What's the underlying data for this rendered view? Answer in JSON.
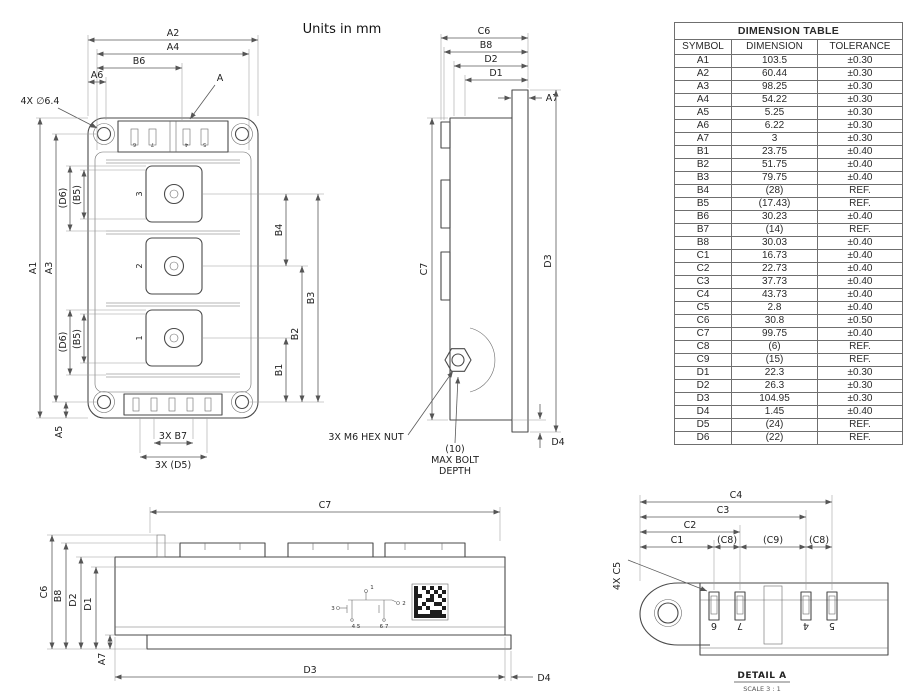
{
  "page": {
    "units_note": "Units in mm"
  },
  "labels": {
    "a": "A",
    "a1": "A1",
    "a2": "A2",
    "a3": "A3",
    "a4": "A4",
    "a5": "A5",
    "a6": "A6",
    "a7": "A7",
    "b1": "B1",
    "b2": "B2",
    "b3": "B3",
    "b4": "B4",
    "b6": "B6",
    "b8": "B8",
    "b5_ref": "(B5)",
    "d6_ref": "(D6)",
    "b7_3x": "3X B7",
    "d5_3x": "3X (D5)",
    "c1": "C1",
    "c2": "C2",
    "c3": "C3",
    "c4": "C4",
    "c6": "C6",
    "c7": "C7",
    "c5_4x": "4X C5",
    "c8_ref": "(C8)",
    "c9_ref": "(C9)",
    "d1": "D1",
    "d2": "D2",
    "d3": "D3",
    "d4": "D4",
    "mount_hole_callout": "4X ∅6.4",
    "hex_nut_callout": "3X M6 HEX NUT",
    "bolt_depth_1": "(10)",
    "bolt_depth_2": "MAX BOLT",
    "bolt_depth_3": "DEPTH",
    "detail_title": "DETAIL A",
    "detail_scale": "SCALE 3 : 1"
  },
  "terminals": {
    "pad1": "1",
    "pad2": "2",
    "pad3": "3",
    "pin4": "4",
    "pin5": "5",
    "pin6": "6",
    "pin7": "7"
  },
  "schematic": {
    "p1": "1",
    "p2": "2",
    "p3": "3",
    "p45": "4 5",
    "p67": "6 7"
  },
  "dimension_table": {
    "title": "DIMENSION TABLE",
    "columns": [
      "SYMBOL",
      "DIMENSION",
      "TOLERANCE"
    ],
    "rows": [
      [
        "A1",
        "103.5",
        "±0.30"
      ],
      [
        "A2",
        "60.44",
        "±0.30"
      ],
      [
        "A3",
        "98.25",
        "±0.30"
      ],
      [
        "A4",
        "54.22",
        "±0.30"
      ],
      [
        "A5",
        "5.25",
        "±0.30"
      ],
      [
        "A6",
        "6.22",
        "±0.30"
      ],
      [
        "A7",
        "3",
        "±0.30"
      ],
      [
        "B1",
        "23.75",
        "±0.40"
      ],
      [
        "B2",
        "51.75",
        "±0.40"
      ],
      [
        "B3",
        "79.75",
        "±0.40"
      ],
      [
        "B4",
        "(28)",
        "REF."
      ],
      [
        "B5",
        "(17.43)",
        "REF."
      ],
      [
        "B6",
        "30.23",
        "±0.40"
      ],
      [
        "B7",
        "(14)",
        "REF."
      ],
      [
        "B8",
        "30.03",
        "±0.40"
      ],
      [
        "C1",
        "16.73",
        "±0.40"
      ],
      [
        "C2",
        "22.73",
        "±0.40"
      ],
      [
        "C3",
        "37.73",
        "±0.40"
      ],
      [
        "C4",
        "43.73",
        "±0.40"
      ],
      [
        "C5",
        "2.8",
        "±0.40"
      ],
      [
        "C6",
        "30.8",
        "±0.50"
      ],
      [
        "C7",
        "99.75",
        "±0.40"
      ],
      [
        "C8",
        "(6)",
        "REF."
      ],
      [
        "C9",
        "(15)",
        "REF."
      ],
      [
        "D1",
        "22.3",
        "±0.30"
      ],
      [
        "D2",
        "26.3",
        "±0.30"
      ],
      [
        "D3",
        "104.95",
        "±0.30"
      ],
      [
        "D4",
        "1.45",
        "±0.40"
      ],
      [
        "D5",
        "(24)",
        "REF."
      ],
      [
        "D6",
        "(22)",
        "REF."
      ]
    ]
  }
}
